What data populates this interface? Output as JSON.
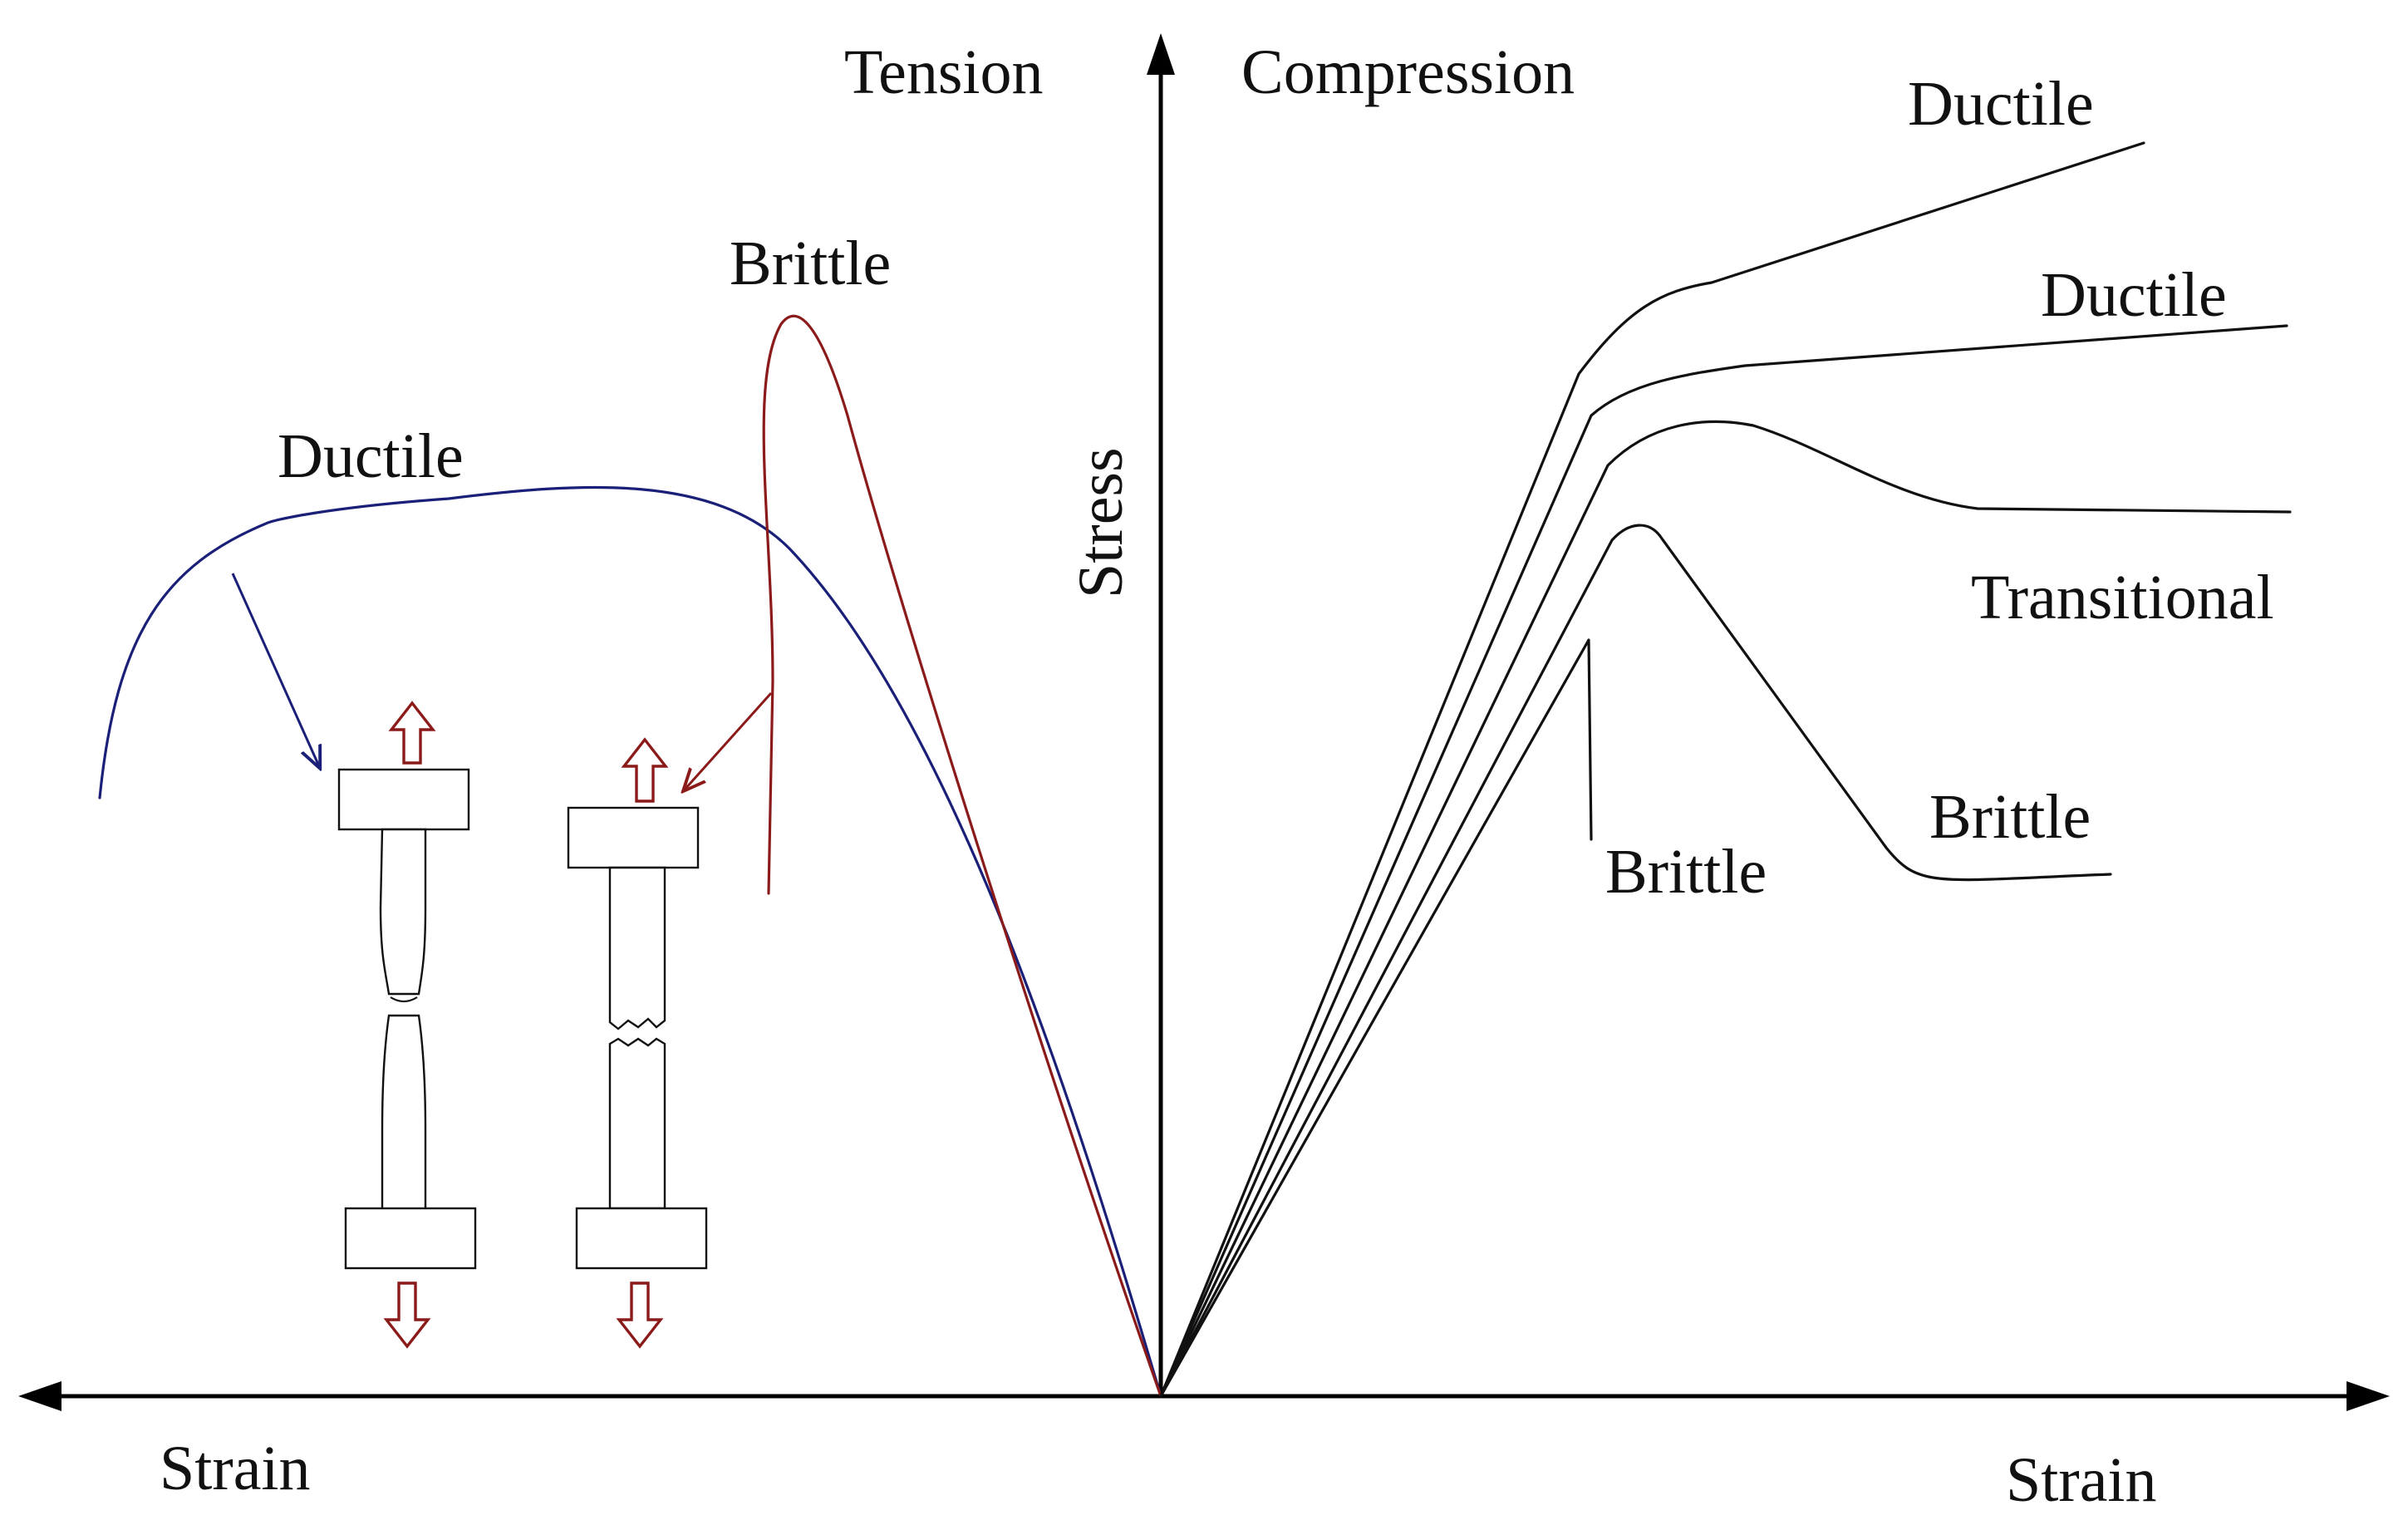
{
  "labels": {
    "tension": "Tension",
    "compression": "Compression",
    "stress": "Stress",
    "strain_left": "Strain",
    "strain_right": "Strain"
  },
  "tension_curves": [
    {
      "label": "Ductile",
      "color": "#1a1f78"
    },
    {
      "label": "Brittle",
      "color": "#8b1a1a"
    }
  ],
  "compression_curves": [
    {
      "label": "Ductile"
    },
    {
      "label": "Ductile"
    },
    {
      "label": "Transitional"
    },
    {
      "label": "Brittle"
    },
    {
      "label": "Brittle"
    }
  ],
  "colors": {
    "ductile_tension": "#1a1f78",
    "brittle_tension": "#8b1a1a",
    "load_arrow": "#8b1a1a",
    "compression_curves": "#111111",
    "axes": "#000000"
  }
}
